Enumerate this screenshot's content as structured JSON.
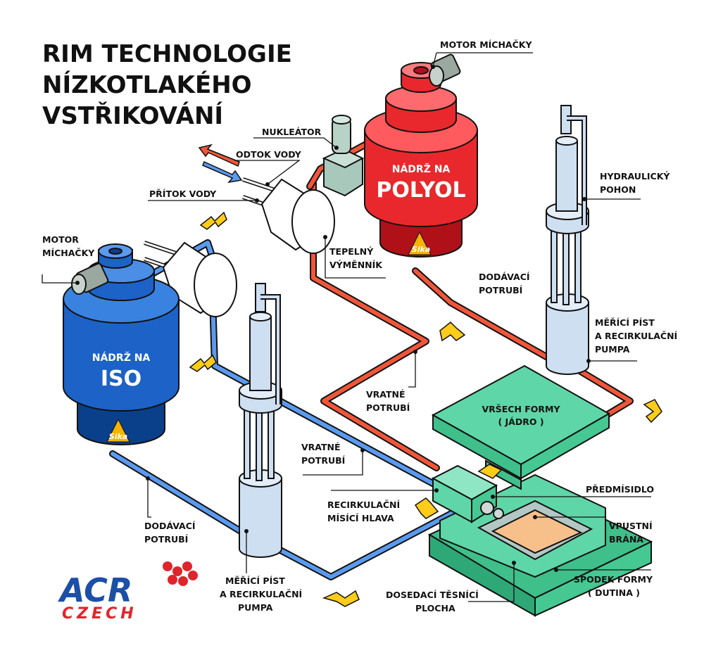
{
  "title": [
    "RIM TECHNOLOGIE",
    "NÍZKOTLAKÉHO",
    "VSTŘIKOVÁNÍ"
  ],
  "tank_polyol": {
    "line1": "NÁDRŽ NA",
    "line2": "POLYOL"
  },
  "tank_iso": {
    "line1": "NÁDRŽ NA",
    "line2": "ISO"
  },
  "sika_logo": "Sika",
  "mold_top": {
    "line1": "VRŠECH FORMY",
    "line2": "( JÁDRO )"
  },
  "labels": {
    "motor_top": "MOTOR MÍCHAČKY",
    "nukleator": "NUKLEÁTOR",
    "odtok_vody": "ODTOK VODY",
    "pritok_vody": "PŘÍTOK VODY",
    "hydraulic": [
      "HYDRAULICKÝ",
      "POHON"
    ],
    "motor_left": [
      "MOTOR",
      "MÍCHAČKY"
    ],
    "tepelny": [
      "TEPELNÝ",
      "VÝMĚNNÍK"
    ],
    "dodavaci_right": [
      "DODÁVACÍ",
      "POTRUBÍ"
    ],
    "meric_right": [
      "MĚŘÍCÍ PÍST",
      "A RECIRKULAČNÍ",
      "PUMPA"
    ],
    "vratne_top": [
      "VRATNÉ",
      "POTRUBÍ"
    ],
    "vratne_mid": [
      "VRATNÉ",
      "POTRUBÍ"
    ],
    "recirk_hlava": [
      "RECIRKULAČNÍ",
      "MÍSÍCÍ HLAVA"
    ],
    "predmisidlo": "PŘEDMÍSIDLO",
    "vpustni": [
      "VPUSTNÍ",
      "BRÁNA"
    ],
    "spodek": [
      "SPODEK FORMY",
      "( DUTINA )"
    ],
    "dodavaci_left": [
      "DODÁVACÍ",
      "POTRUBÍ"
    ],
    "meric_left": [
      "MĚŘÍCÍ PÍST",
      "A RECIRKULAČNÍ",
      "PUMPA"
    ],
    "dosedaci": [
      "DOSEDACÍ TĚSNÍCÍ",
      "PLOCHA"
    ]
  },
  "logo": {
    "main": "ACR",
    "sub": "CZECH"
  },
  "colors": {
    "polyol_red": "#e8282c",
    "polyol_dark": "#b01018",
    "iso_blue": "#1d62c6",
    "iso_dark": "#0a3f8a",
    "pipe_red": "#f0563a",
    "pipe_blue": "#5a9af0",
    "mold_green": "#5fd6a8",
    "arrow_yellow": "#ffcc1a",
    "part_orange": "#f7c08a",
    "pump_light": "#cfdff2"
  }
}
